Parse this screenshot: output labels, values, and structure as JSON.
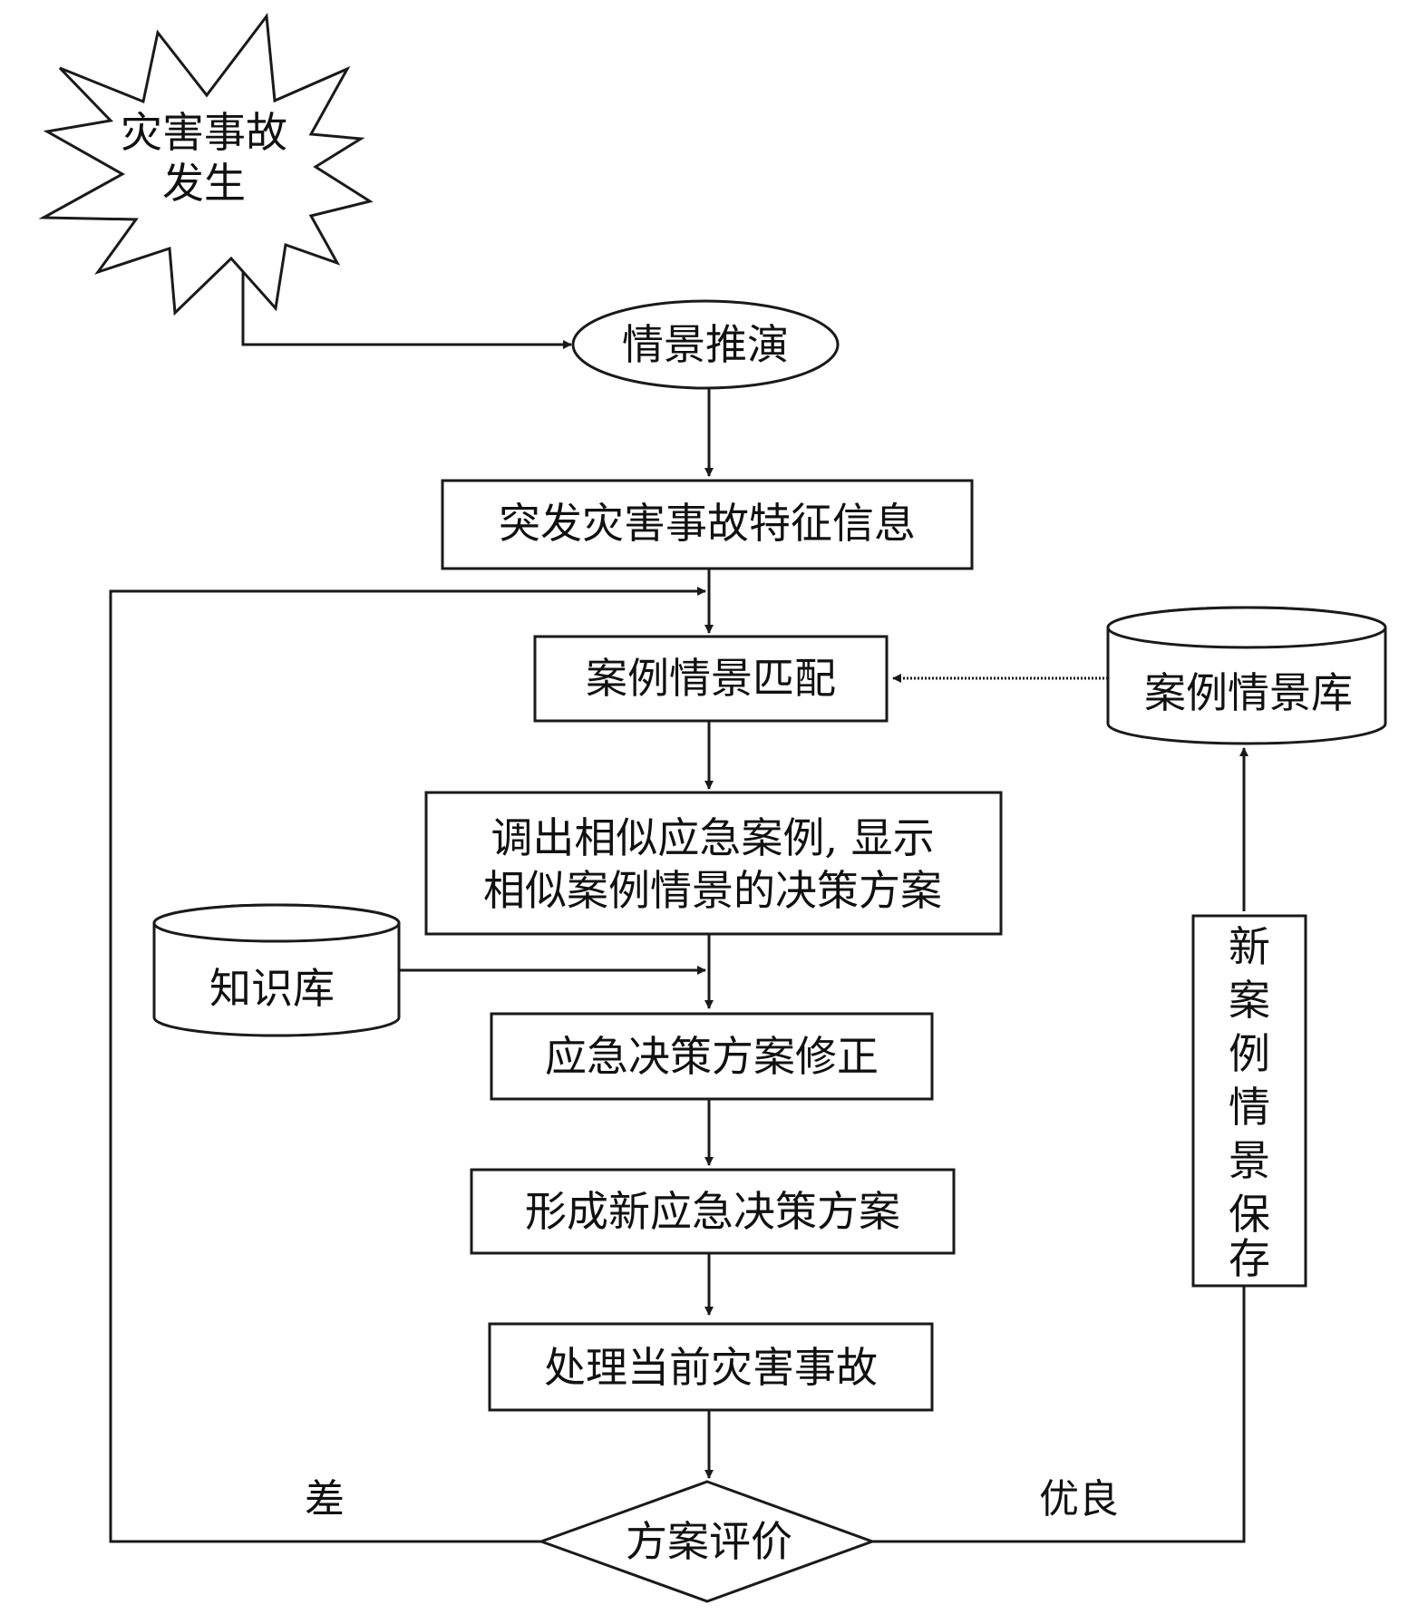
{
  "nodes": {
    "start": {
      "line1": "灾害事故",
      "line2": "发生"
    },
    "scenario_deduction": "情景推演",
    "feature_info": "突发灾害事故特征信息",
    "case_matching": "案例情景匹配",
    "case_library": "案例情景库",
    "retrieve_cases": {
      "line1": "调出相似应急案例, 显示",
      "line2": "相似案例情景的决策方案"
    },
    "knowledge_base": "知识库",
    "plan_revision": "应急决策方案修正",
    "new_plan": "形成新应急决策方案",
    "handle_accident": "处理当前灾害事故",
    "plan_evaluation": "方案评价",
    "save_new_case": [
      "新",
      "案",
      "例",
      "情",
      "景",
      "保",
      "存"
    ]
  },
  "edges": {
    "poor": "差",
    "good": "优良"
  }
}
